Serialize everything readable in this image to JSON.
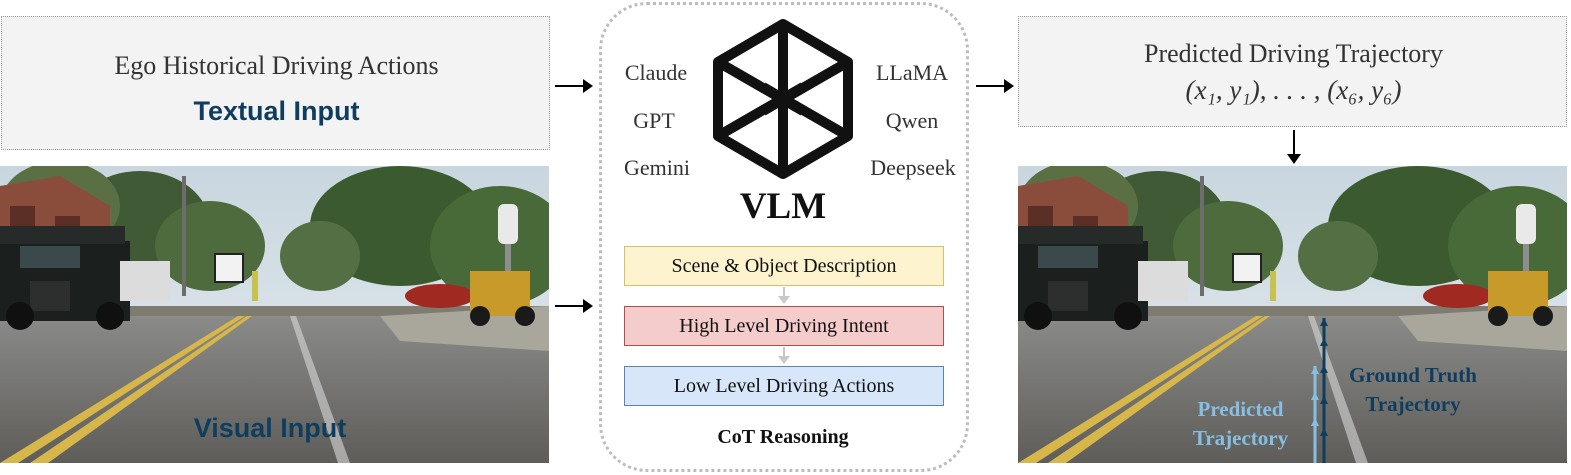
{
  "textual_input": {
    "title": "Ego Historical Driving Actions",
    "label": "Textual Input"
  },
  "visual_input": {
    "label": "Visual Input"
  },
  "vlm": {
    "title": "VLM",
    "models_left": [
      "Claude",
      "GPT",
      "Gemini"
    ],
    "models_right": [
      "LLaMA",
      "Qwen",
      "Deepseek"
    ],
    "steps": [
      "Scene & Object Description",
      "High Level Driving Intent",
      "Low Level Driving Actions"
    ],
    "caption": "CoT Reasoning"
  },
  "output": {
    "title": "Predicted Driving Trajectory",
    "formula": "(x₁, y₁), . . . , (x₆, y₆)",
    "predicted_label": [
      "Predicted",
      "Trajectory"
    ],
    "ground_truth_label": [
      "Ground Truth",
      "Trajectory"
    ]
  },
  "colors": {
    "label_dark_blue": "#0f3d5e",
    "predicted_light_blue": "#87bfe3",
    "step1_fill": "#fdf3cf",
    "step2_fill": "#f5cccc",
    "step3_fill": "#d7e6f8"
  },
  "icons": [
    "openai-logo-icon",
    "right-arrow-icon",
    "down-arrow-icon"
  ]
}
